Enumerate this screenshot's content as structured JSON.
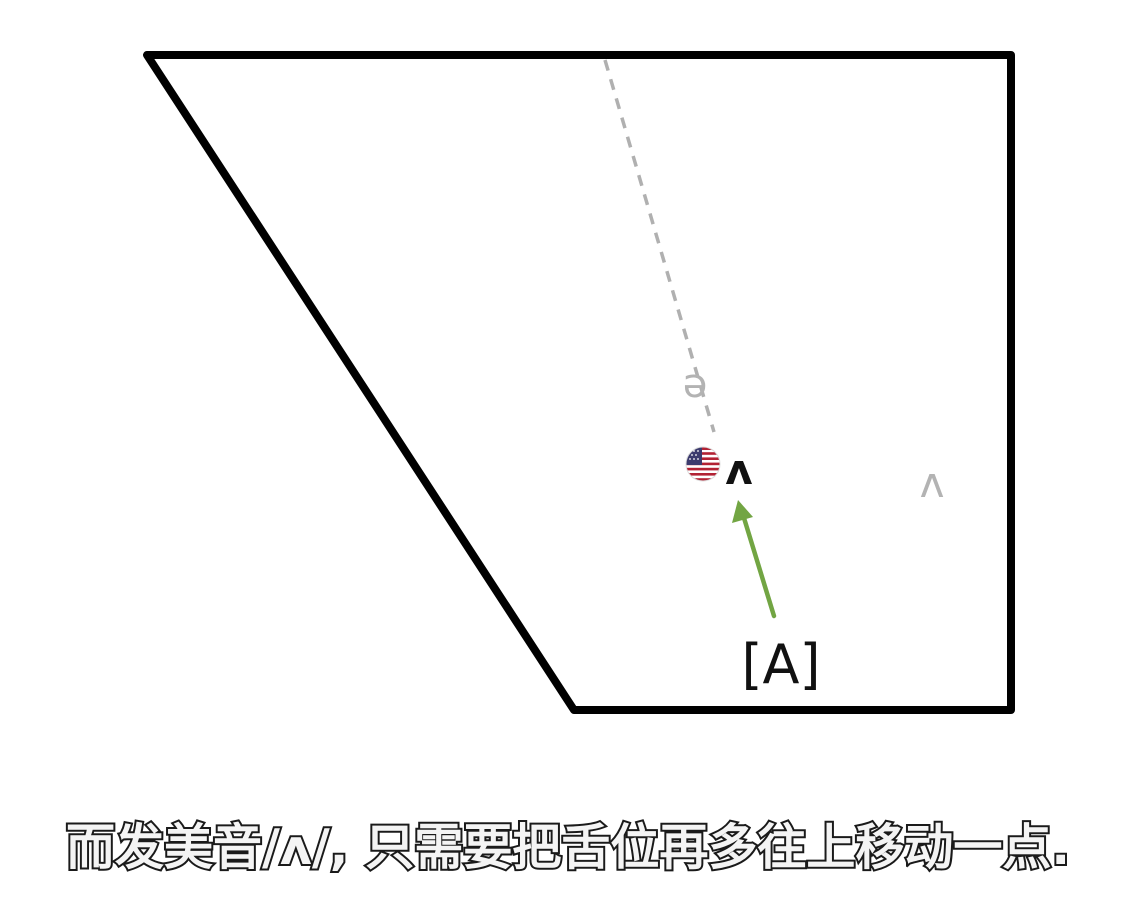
{
  "diagram": {
    "symbols": {
      "schwa": "ə",
      "wedge_us": "ʌ",
      "wedge_ref": "ʌ",
      "target": "[A]"
    },
    "flag": {
      "icon": "us-flag-icon",
      "colors": {
        "red": "#b22234",
        "white": "#ffffff",
        "blue": "#3c3b6e"
      }
    },
    "colors": {
      "outline": "#000000",
      "guide": "#b0b0b0",
      "grey_symbol": "#b3b3b3",
      "arrow": "#72a543",
      "text": "#111111"
    }
  },
  "subtitle": {
    "text": "而发美音/ʌ/, 只需要把舌位再多往上移动一点."
  }
}
